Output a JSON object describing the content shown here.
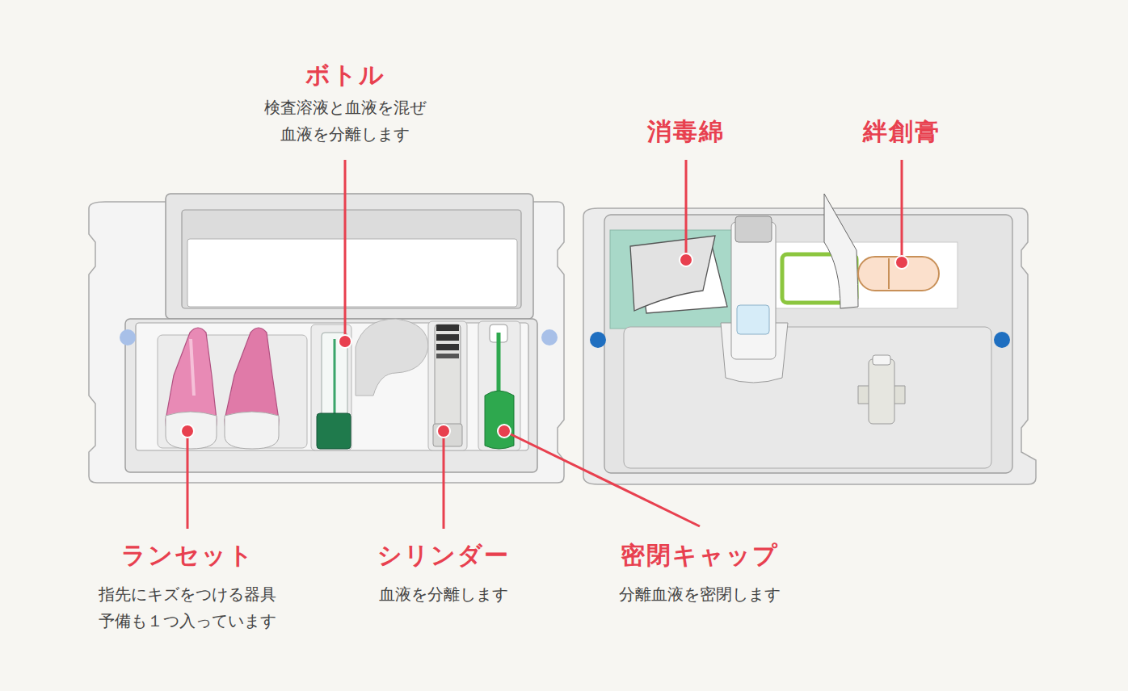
{
  "diagram": {
    "labels": [
      "ボトル",
      "検査溶液と血液を混ぜ 血液を分離します",
      "消毒綿",
      "絆創膏",
      "ランセット",
      "指先にキズをつける器具 予備も１つ入っています",
      "シリンダー",
      "血液を分離します",
      "密閉キャップ",
      "分離血液を密閉します"
    ]
  }
}
